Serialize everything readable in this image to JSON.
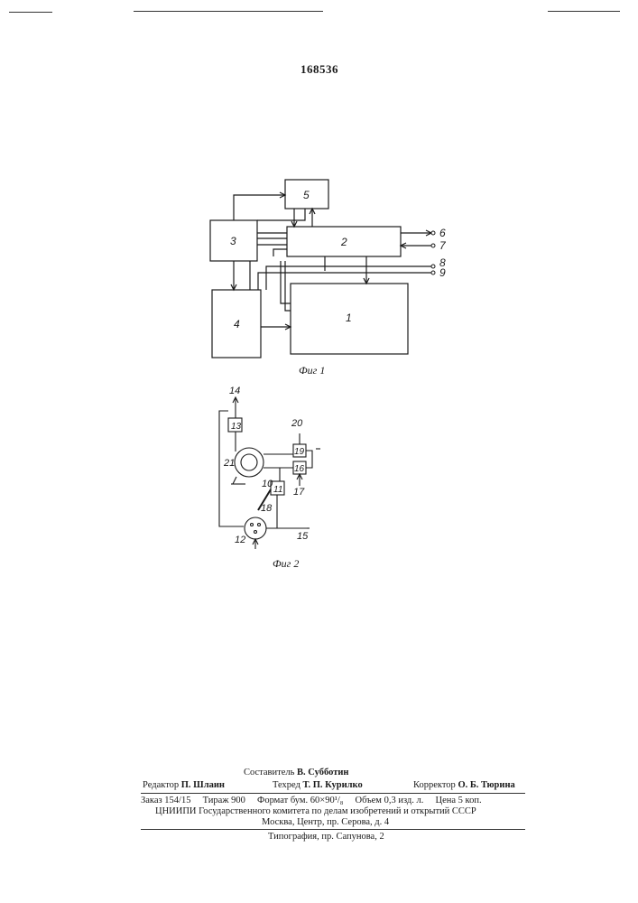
{
  "header": {
    "patent_number": "168536"
  },
  "figure1": {
    "caption": "Фиг 1",
    "blocks": [
      "1",
      "2",
      "3",
      "4",
      "5"
    ],
    "terminals": [
      "6",
      "7",
      "8",
      "9"
    ]
  },
  "figure2": {
    "caption": "Фиг 2",
    "labels": [
      "10",
      "11",
      "12",
      "13",
      "14",
      "15",
      "16",
      "17",
      "18",
      "19",
      "20",
      "21"
    ]
  },
  "footer": {
    "composer_label": "Составитель",
    "composer_name": "В. Субботин",
    "editor_label": "Редактор",
    "editor_name": "П. Шлаин",
    "techred_label": "Техред",
    "techred_name": "Т. П. Курилко",
    "corrector_label": "Корректор",
    "corrector_name": "О. Б. Тюрина",
    "order_line": "Заказ 154/15     Тираж 900     Формат бум. 60×90¹/₈     Объем 0,3 изд. л.     Цена 5 коп.",
    "org_line": "ЦНИИПИ Государственного комитета по делам изобретений и открытий СССР",
    "address_line": "Москва, Центр, пр. Серова, д. 4",
    "printing_line": "Типография, пр. Сапунова, 2"
  }
}
